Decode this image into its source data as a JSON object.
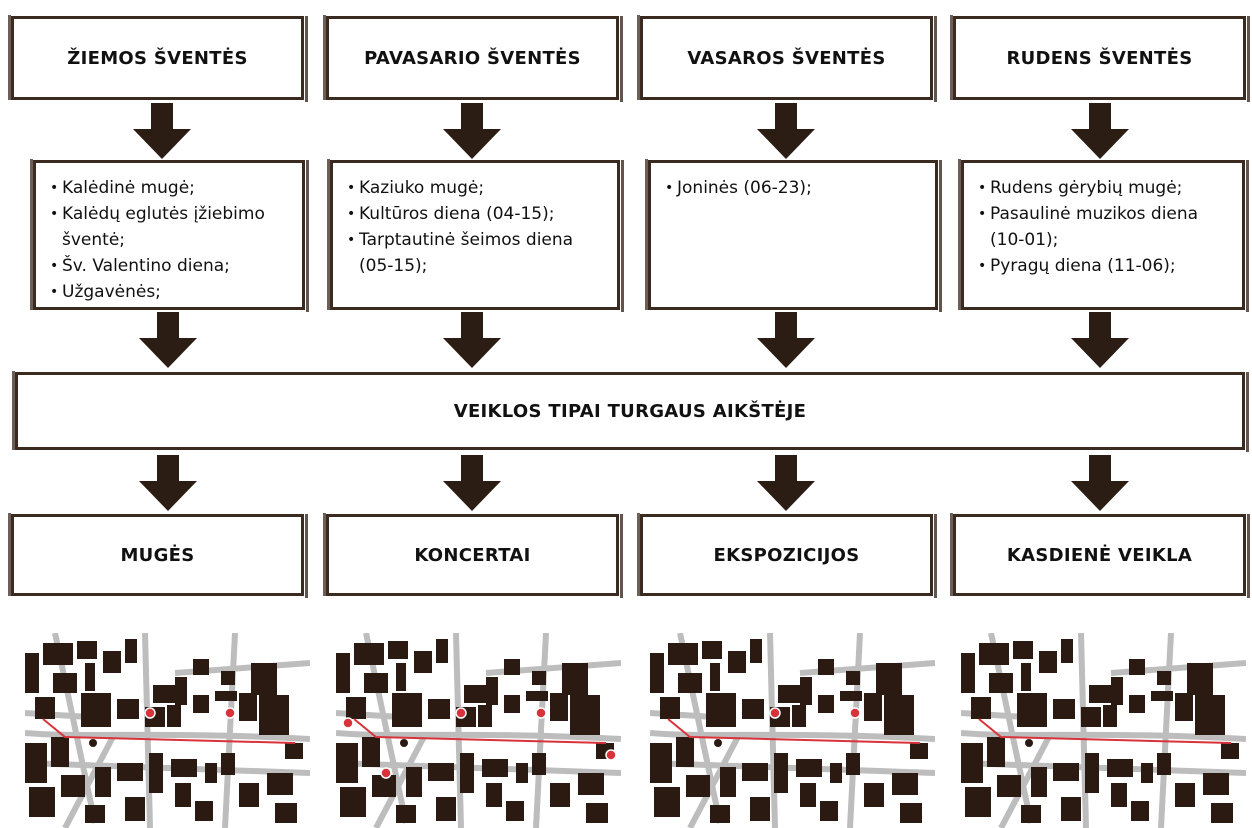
{
  "colors": {
    "ink": "#3b2a20",
    "arrow": "#2b1d14",
    "building": "#2a1a12",
    "route": "#d8333a"
  },
  "seasons": [
    {
      "title": "ŽIEMOS ŠVENTĖS",
      "items": [
        "Kalėdinė mugė;",
        "Kalėdų eglutės įžiebimo šventė;",
        "Šv. Valentino diena;",
        "Užgavėnės;"
      ]
    },
    {
      "title": "PAVASARIO ŠVENTĖS",
      "items": [
        "Kaziuko mugė;",
        "Kultūros diena (04-15);",
        "Tarptautinė šeimos diena (05-15);"
      ]
    },
    {
      "title": "VASAROS ŠVENTĖS",
      "items": [
        "Joninės (06-23);"
      ]
    },
    {
      "title": "RUDENS ŠVENTĖS",
      "items": [
        "Rudens gėrybių mugė;",
        "Pasaulinė muzikos diena (10-01);",
        "Pyragų diena (11-06);"
      ]
    }
  ],
  "center": {
    "title": "VEIKLOS TIPAI TURGAUS AIKŠTĖJE"
  },
  "activities": [
    "MUGĖS",
    "KONCERTAI",
    "EKSPOZICIJOS",
    "KASDIENĖ VEIKLA"
  ],
  "maps": [
    {
      "name": "mugės-map",
      "signs": 2
    },
    {
      "name": "koncertai-map",
      "signs": 5
    },
    {
      "name": "ekspozicijos-map",
      "signs": 2
    },
    {
      "name": "kasdienė-veikla-map",
      "signs": 0
    }
  ]
}
